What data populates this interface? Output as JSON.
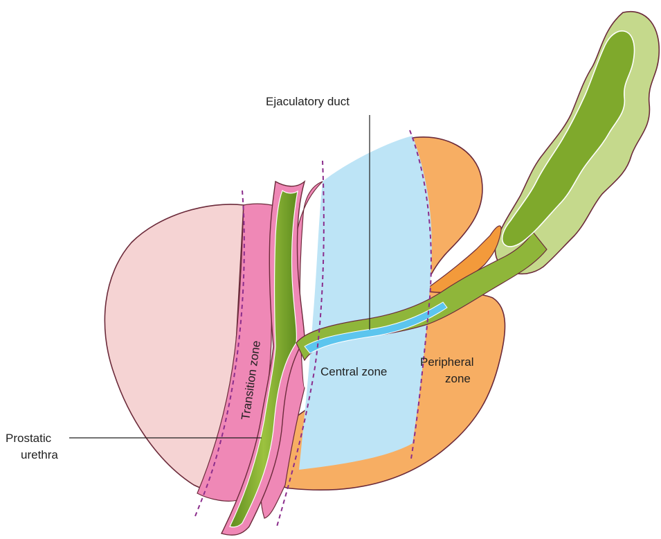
{
  "labels": {
    "ejaculatory_duct": "Ejaculatory duct",
    "transition_zone": "Transition zone",
    "central_zone": "Central zone",
    "peripheral_zone_line1": "Peripheral",
    "peripheral_zone_line2": "zone",
    "prostatic_urethra_line1": "Prostatic",
    "prostatic_urethra_line2": "urethra"
  },
  "colors": {
    "outer_gland": "#f5d3d3",
    "transition_zone": "#ef88b6",
    "central_zone": "#bde4f6",
    "peripheral_zone": "#f7ae63",
    "duct_green": "#8fb63a",
    "duct_dark_green": "#5f8d1f",
    "seminal_vesicle": "#c5d98c",
    "vas_orange": "#f39a3b",
    "duct_lumen_blue": "#5cc5ee",
    "outline": "#6b2a3a",
    "zone_boundary": "#8b2d8c"
  }
}
